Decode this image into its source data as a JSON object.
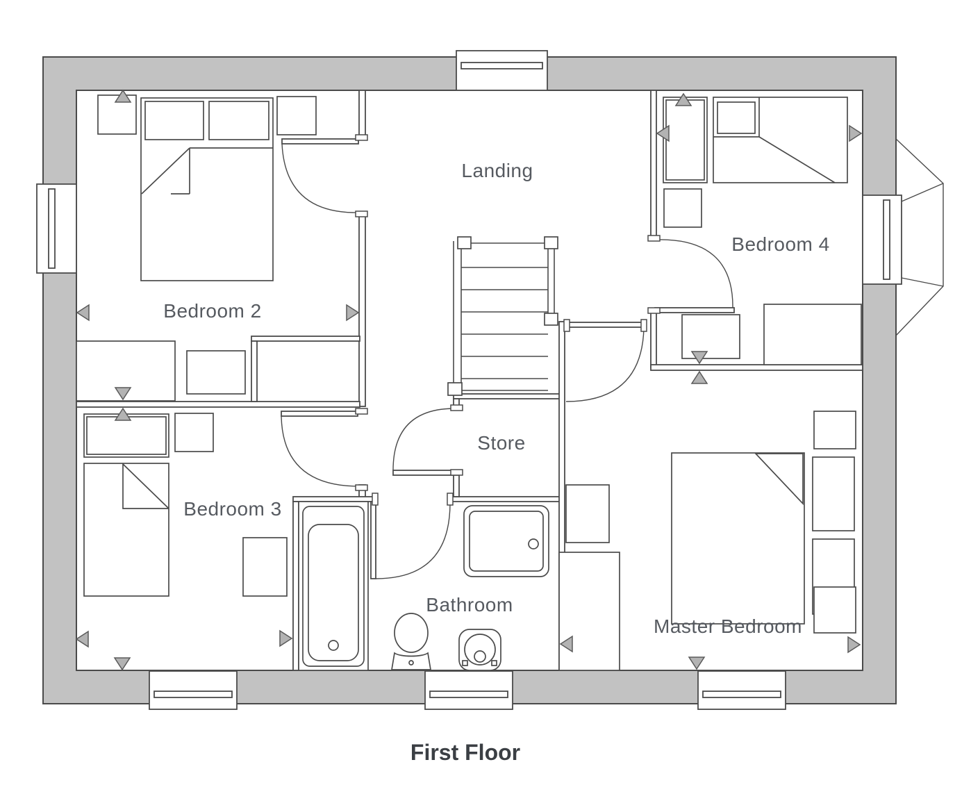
{
  "title": "First Floor",
  "rooms": [
    {
      "id": "landing",
      "label": "Landing"
    },
    {
      "id": "bedroom-2",
      "label": "Bedroom 2"
    },
    {
      "id": "bedroom-3",
      "label": "Bedroom 3"
    },
    {
      "id": "bedroom-4",
      "label": "Bedroom 4"
    },
    {
      "id": "store",
      "label": "Store"
    },
    {
      "id": "bathroom",
      "label": "Bathroom"
    },
    {
      "id": "master-bedroom",
      "label": "Master Bedroom"
    }
  ],
  "colors": {
    "background": "#ffffff",
    "wall_fill": "#c2c2c2",
    "line": "#4a4a4a",
    "marker_fill": "#b3b3b3",
    "label_text": "#565a60",
    "title_text": "#3b3f44"
  },
  "icons": [
    "double-bed-icon",
    "single-bed-icon",
    "wardrobe-icon",
    "bedside-table-icon",
    "staircase-icon",
    "bath-icon",
    "shower-tray-icon",
    "toilet-icon",
    "basin-icon",
    "window-icon",
    "door-swing-icon",
    "direction-marker-icon",
    "bay-window-icon"
  ]
}
